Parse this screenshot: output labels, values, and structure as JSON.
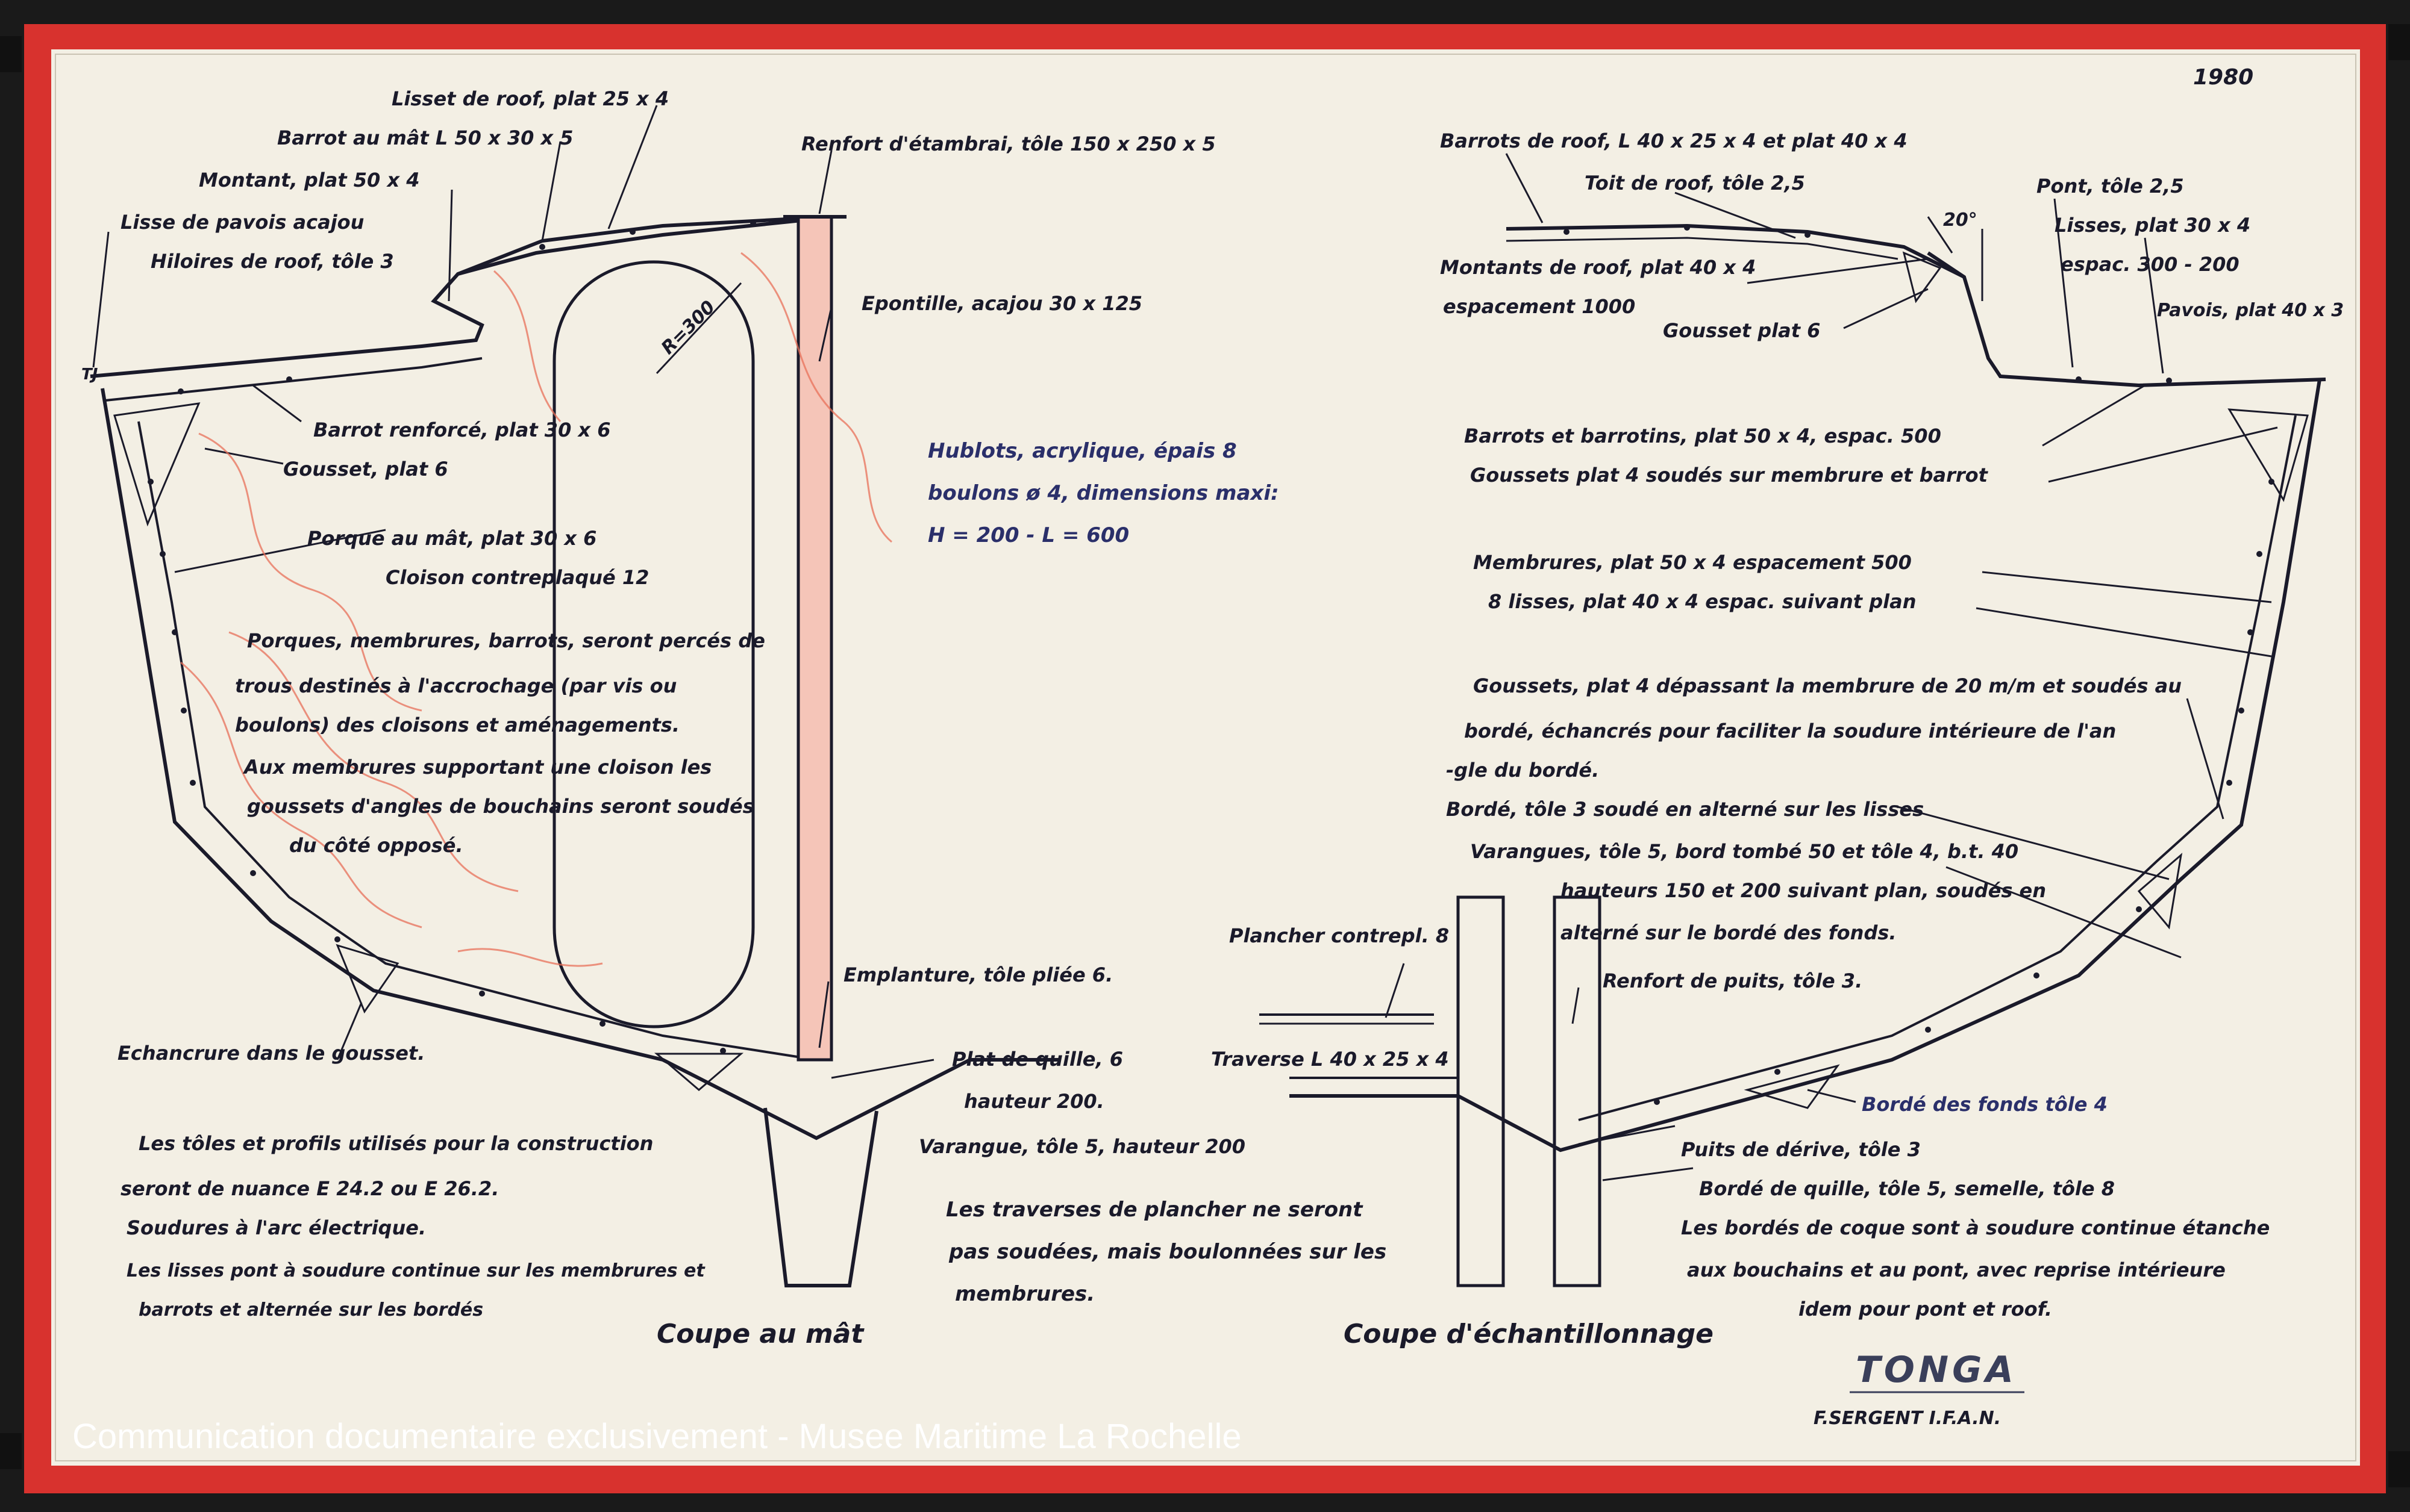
{
  "drawing": {
    "year": "1980",
    "title": "TONGA",
    "author": "F.SERGENT I.F.A.N.",
    "watermark": "Communication documentaire exclusivement - Musee Maritime La Rochelle",
    "left_section": {
      "caption": "Coupe au mât",
      "radius_label": "R=300",
      "logo_text": "TJ",
      "labels": {
        "liset_roof": "Lisset de roof, plat 25 x 4",
        "barrot_mat": "Barrot au mât L 50 x 30 x 5",
        "renfort": "Renfort d'étambrai, tôle 150 x 250 x 5",
        "montant": "Montant, plat 50 x 4",
        "lisse_pavois": "Lisse de pavois acajou",
        "hiloires": "Hiloires de roof, tôle 3",
        "epontille": "Epontille, acajou 30 x 125",
        "barrot_renforce": "Barrot renforcé, plat 30 x 6",
        "gousset": "Gousset, plat 6",
        "porque": "Porque au mât, plat 30 x 6",
        "cloison": "Cloison contreplaqué 12",
        "note1_l1": "Porques, membrures, barrots, seront percés de",
        "note1_l2": "trous destinés à l'accrochage (par vis ou",
        "note1_l3": "boulons) des cloisons et aménagements.",
        "note1_l4": "Aux membrures supportant une cloison les",
        "note1_l5": "goussets d'angles de bouchains seront soudés",
        "note1_l6": "du côté opposé.",
        "emplanture": "Emplanture, tôle pliée 6.",
        "echancrure": "Echancrure dans le gousset.",
        "plat_quille": "Plat de quille, 6",
        "hauteur": "hauteur 200.",
        "varangue": "Varangue, tôle 5, hauteur 200",
        "note2_l1": "Les tôles et profils utilisés pour la construction",
        "note2_l2": "seront de nuance E 24.2 ou E 26.2.",
        "note2_l3": "Soudures à l'arc électrique.",
        "note2_l4": "Les lisses pont à soudure continue sur les membrures et",
        "note2_l5": "barrots et alternée sur les bordés"
      }
    },
    "center_notes": {
      "hublots_l1": "Hublots, acrylique, épais 8",
      "hublots_l2": "boulons ø 4, dimensions maxi:",
      "hublots_l3": "H = 200 - L = 600",
      "traverses_l1": "Les traverses de plancher ne seront",
      "traverses_l2": "pas soudées, mais boulonnées sur les",
      "traverses_l3": "membrures."
    },
    "right_section": {
      "caption": "Coupe d'échantillonnage",
      "angle_label": "20°",
      "labels": {
        "barrots_roof": "Barrots de roof, L 40 x 25 x 4 et plat 40 x 4",
        "toit_roof": "Toit de roof, tôle 2,5",
        "pont": "Pont, tôle 2,5",
        "lisses": "Lisses, plat 30 x 4",
        "espac": "espac. 300 - 200",
        "pavois": "Pavois, plat 40 x 3",
        "montants_roof": "Montants de roof, plat 40 x 4",
        "espacement": "espacement 1000",
        "gousset6": "Gousset plat 6",
        "barrots_barrotins": "Barrots et barrotins, plat 50 x 4, espac. 500",
        "goussets_plat4": "Goussets plat 4 soudés sur membrure et barrot",
        "membrures": "Membrures, plat 50 x 4 espacement 500",
        "lisses8": "8 lisses, plat 40 x 4 espac. suivant plan",
        "goussets_l1": "Goussets, plat 4 dépassant la membrure de 20 m/m et soudés au",
        "goussets_l2": "bordé, échancrés pour faciliter la soudure intérieure de l'an",
        "goussets_l3": "-gle du bordé.",
        "borde": "Bordé, tôle 3 soudé en alterné sur les lisses",
        "varangues_l1": "Varangues, tôle 5, bord tombé 50 et tôle 4, b.t. 40",
        "varangues_l2": "hauteurs 150 et 200 suivant plan, soudés en",
        "varangues_l3": "alterné sur le bordé des fonds.",
        "plancher": "Plancher contrepl. 8",
        "renfort_puits": "Renfort de puits, tôle 3.",
        "traverse": "Traverse L 40 x 25 x 4",
        "borde_fonds": "Bordé des fonds tôle 4",
        "puits": "Puits de dérive, tôle 3",
        "borde_quille": "Bordé de quille, tôle 5, semelle, tôle 8",
        "bordes_l1": "Les bordés de coque sont à soudure continue étanche",
        "bordes_l2": "aux bouchains et au pont, avec reprise intérieure",
        "bordes_l3": "idem pour pont et roof."
      }
    },
    "colors": {
      "frame": "#d8322e",
      "paper": "#f3efe4",
      "ink": "#1a1a2a",
      "pencil": "#e8705a"
    }
  }
}
